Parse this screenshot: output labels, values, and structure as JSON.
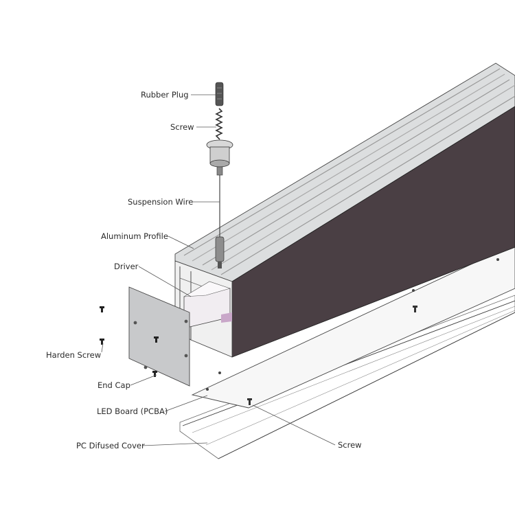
{
  "diagram": {
    "labels": {
      "rubber_plug": "Rubber Plug",
      "screw_top": "Screw",
      "suspension_wire": "Suspension Wire",
      "aluminum_profile": "Aluminum Profile",
      "driver": "Driver",
      "harden_screw": "Harden Screw",
      "end_cap": "End Cap",
      "led_board": "LED Board (PCBA)",
      "pc_cover": "PC Difused Cover",
      "screw_bottom": "Screw"
    },
    "colors": {
      "profile_side": "#4a3f44",
      "profile_top": "#d9dbdc",
      "end_cap": "#c8c9cb",
      "driver": "#e8e2e8",
      "driver_side": "#c9a7c9",
      "board": "#f4f4f4",
      "cover": "#ffffff"
    }
  }
}
